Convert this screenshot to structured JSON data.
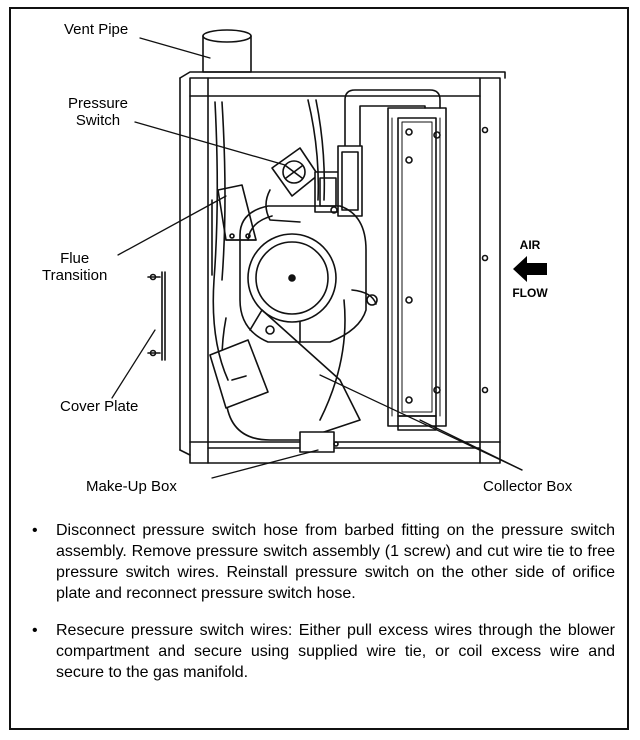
{
  "labels": {
    "vent_pipe": "Vent Pipe",
    "pressure_switch_line1": "Pressure",
    "pressure_switch_line2": "Switch",
    "flue_transition_line1": "Flue",
    "flue_transition_line2": "Transition",
    "cover_plate": "Cover Plate",
    "make_up_box": "Make-Up Box",
    "collector_box": "Collector Box",
    "air": "AIR",
    "flow": "FLOW"
  },
  "instructions": [
    {
      "bullet": "•",
      "text": "Disconnect pressure switch hose from barbed fitting on the pressure switch assembly. Remove pressure switch assembly (1 screw) and cut wire tie to free pressure switch wires. Reinstall pressure switch on the other side of orifice plate and reconnect pressure switch hose."
    },
    {
      "bullet": "•",
      "text": "Resecure pressure switch wires: Either pull excess wires through the blower compartment and secure using supplied wire tie, or coil excess wire and secure to the gas manifold."
    }
  ],
  "icons": {
    "airflow_arrow": "left-arrow-icon"
  }
}
